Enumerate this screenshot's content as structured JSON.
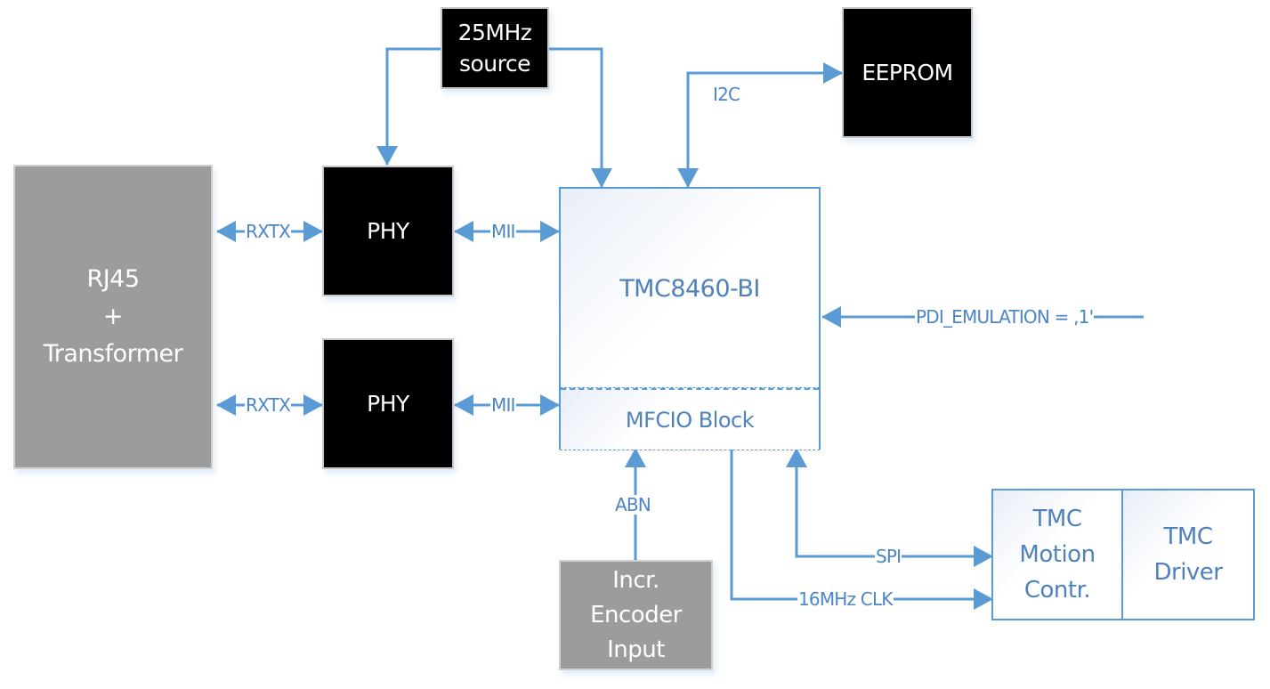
{
  "diagram": {
    "blocks": {
      "clock_source": "25MHz\nsource",
      "eeprom": "EEPROM",
      "rj45": "RJ45\n+\nTransformer",
      "phy_top": "PHY",
      "phy_bottom": "PHY",
      "tmc8460": "TMC8460-BI",
      "mfcio": "MFCIO Block",
      "encoder": "Incr.\nEncoder\nInput",
      "motion_controller": "TMC\nMotion\nContr.",
      "driver": "TMC\nDriver"
    },
    "signals": {
      "rxtx_top": "RXTX",
      "rxtx_bottom": "RXTX",
      "mii_top": "MII",
      "mii_bottom": "MII",
      "i2c": "I2C",
      "pdi": "PDI_EMULATION = ,1'",
      "abn": "ABN",
      "spi": "SPI",
      "clk": "16MHz CLK"
    },
    "colors": {
      "line": "#5b9bd5",
      "text": "#4a86c8",
      "black_block": "#000000",
      "gray_block": "#9c9c9c"
    }
  }
}
